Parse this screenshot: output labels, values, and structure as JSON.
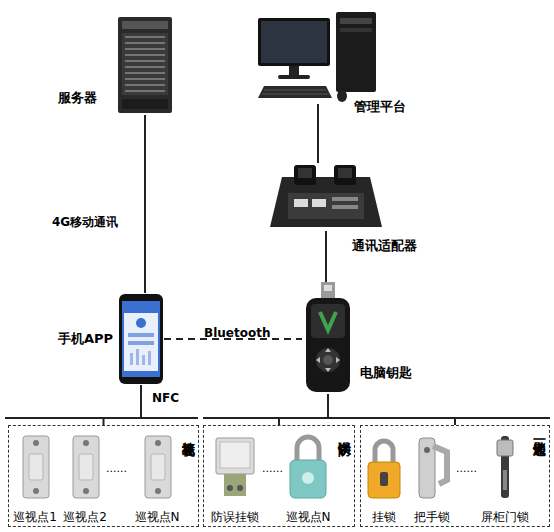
{
  "diagram": {
    "nodes": [
      {
        "text": [
          "服务器"
        ]
      },
      {
        "text": [
          "管理平台"
        ]
      },
      {
        "text": [
          "通讯适配器"
        ]
      },
      {
        "text": [
          "手机APP"
        ]
      },
      {
        "text": [
          "电脑钥匙"
        ]
      },
      {
        "text": [
          "巡视标签"
        ]
      },
      {
        "text": [
          "巡视点1"
        ],
        "in": 5
      },
      {
        "text": [
          "巡视点2"
        ],
        "in": 5
      },
      {
        "text": [
          "巡视点N"
        ],
        "in": 5
      },
      {
        "text": [
          "防误锁"
        ]
      },
      {
        "text": [
          "防误挂锁"
        ],
        "in": 9
      },
      {
        "text": [
          "巡视点N"
        ],
        "in": 9
      },
      {
        "text": [
          "一匙通锁"
        ]
      },
      {
        "text": [
          "挂锁"
        ],
        "in": 12
      },
      {
        "text": [
          "把手锁"
        ],
        "in": 12
      },
      {
        "text": [
          "屏柜门锁"
        ],
        "in": 12
      }
    ],
    "edges": [
      {
        "from": 0,
        "to": 3,
        "label": "4G移动通讯",
        "arrow": "none"
      },
      {
        "from": 1,
        "to": 2,
        "arrow": "none"
      },
      {
        "from": 2,
        "to": 4,
        "arrow": "none"
      },
      {
        "from": 3,
        "to": 4,
        "label": "Bluetooth",
        "arrow": "none"
      },
      {
        "from": 3,
        "to": 5,
        "label": "NFC",
        "arrow": "none"
      },
      {
        "from": 4,
        "to": 9,
        "arrow": "none"
      },
      {
        "from": 4,
        "to": 12,
        "arrow": "none"
      }
    ],
    "labels": [
      "......",
      "......",
      "......"
    ]
  }
}
